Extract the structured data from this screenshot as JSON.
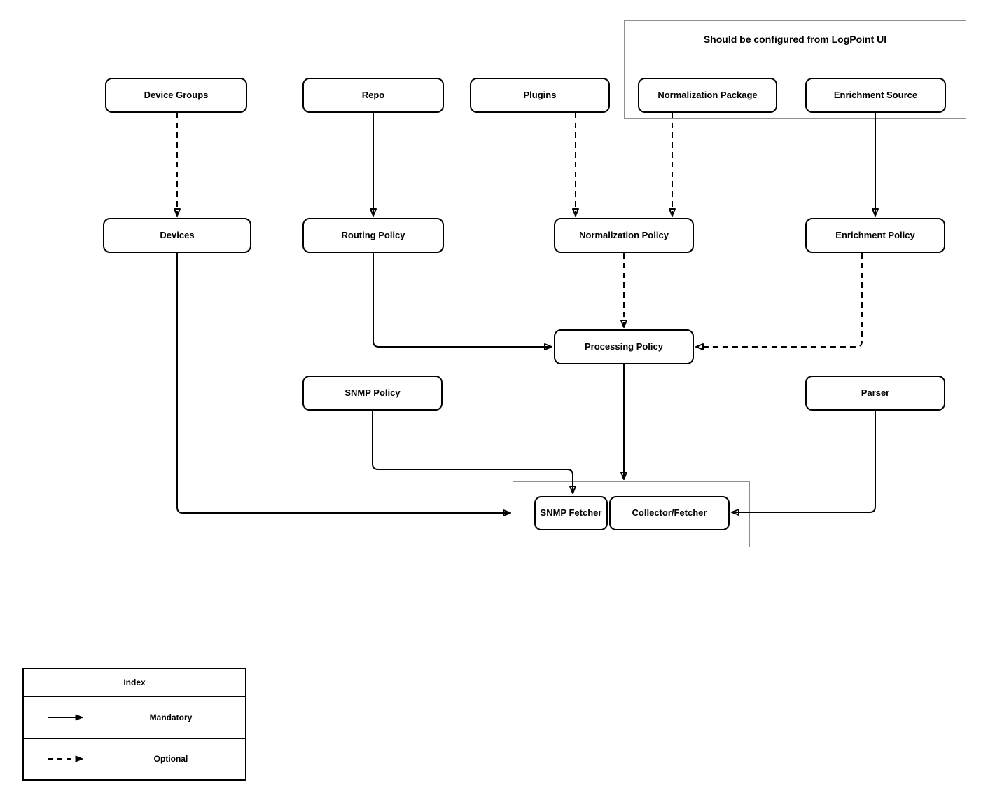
{
  "diagram": {
    "group_label": "Should be configured from LogPoint UI",
    "nodes": {
      "device_groups": "Device Groups",
      "repo": "Repo",
      "plugins": "Plugins",
      "normalization_package": "Normalization Package",
      "enrichment_source": "Enrichment Source",
      "devices": "Devices",
      "routing_policy": "Routing Policy",
      "normalization_policy": "Normalization Policy",
      "enrichment_policy": "Enrichment Policy",
      "processing_policy": "Processing Policy",
      "snmp_policy": "SNMP Policy",
      "parser": "Parser",
      "snmp_fetcher": "SNMP Fetcher",
      "collector_fetcher": "Collector/Fetcher"
    },
    "edges": [
      {
        "from": "device_groups",
        "to": "devices",
        "style": "optional"
      },
      {
        "from": "repo",
        "to": "routing_policy",
        "style": "mandatory"
      },
      {
        "from": "plugins",
        "to": "normalization_policy",
        "style": "optional"
      },
      {
        "from": "normalization_package",
        "to": "normalization_policy",
        "style": "optional"
      },
      {
        "from": "enrichment_source",
        "to": "enrichment_policy",
        "style": "mandatory"
      },
      {
        "from": "routing_policy",
        "to": "processing_policy",
        "style": "mandatory"
      },
      {
        "from": "normalization_policy",
        "to": "processing_policy",
        "style": "optional"
      },
      {
        "from": "enrichment_policy",
        "to": "processing_policy",
        "style": "optional"
      },
      {
        "from": "processing_policy",
        "to": "collector_fetcher",
        "style": "mandatory"
      },
      {
        "from": "snmp_policy",
        "to": "snmp_fetcher",
        "style": "mandatory"
      },
      {
        "from": "devices",
        "to": "snmp_fetcher",
        "style": "mandatory"
      },
      {
        "from": "parser",
        "to": "collector_fetcher",
        "style": "mandatory"
      }
    ],
    "colors": {
      "line": "#000000",
      "node_border": "#000000",
      "node_fill": "#ffffff",
      "group_border": "#8f8f8f",
      "background": "#ffffff"
    }
  },
  "legend": {
    "title": "Index",
    "items": [
      {
        "label": "Mandatory",
        "style": "solid"
      },
      {
        "label": "Optional",
        "style": "dashed"
      }
    ]
  }
}
